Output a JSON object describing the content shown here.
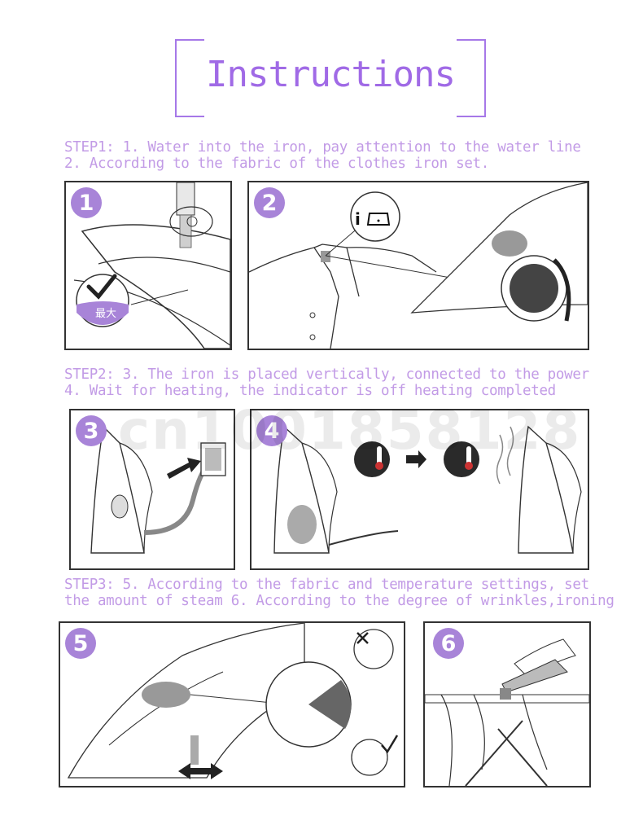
{
  "title": "Instructions",
  "steps": [
    {
      "line1": "STEP1: 1. Water into the iron, pay attention to the water line",
      "line2": "2. According to the fabric of the clothes iron set."
    },
    {
      "line1": "STEP2: 3. The iron is placed vertically, connected to the power",
      "line2": "4. Wait for heating, the indicator is off heating completed"
    },
    {
      "line1": "STEP3: 5. According to the fabric and temperature settings, set",
      "line2": "the amount of steam 6. According to the degree of wrinkles,ironing"
    }
  ],
  "panels": [
    {
      "number": "1",
      "label": "最大"
    },
    {
      "number": "2"
    },
    {
      "number": "3"
    },
    {
      "number": "4"
    },
    {
      "number": "5"
    },
    {
      "number": "6"
    }
  ],
  "watermark": "cn1001858128",
  "colors": {
    "accent": "#a678e8",
    "step_text": "#c29be6",
    "badge": "#a884d8"
  }
}
